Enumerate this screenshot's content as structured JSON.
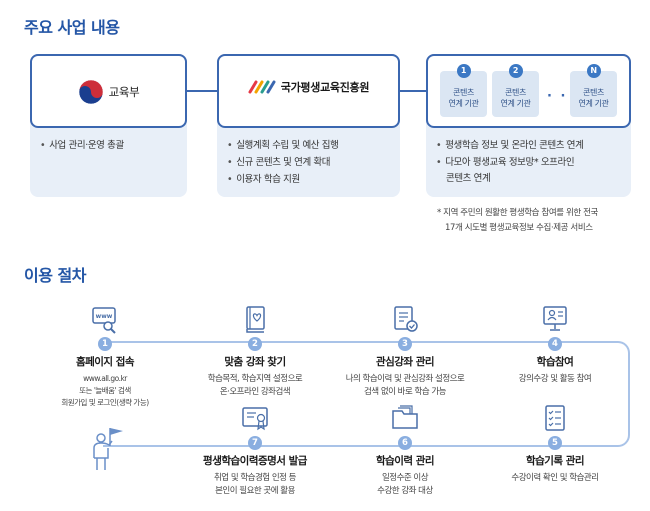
{
  "section1": {
    "title": "주요 사업 내용"
  },
  "ministry": {
    "name": "교육부",
    "items": [
      "사업 관리·운영 총괄"
    ]
  },
  "institute": {
    "name": "국가평생교육진흥원",
    "items": [
      "실행계획 수립 및 예산 집행",
      "신규 콘텐츠 및 연계 확대",
      "이용자 학습 지원"
    ]
  },
  "content_orgs": {
    "cards": [
      {
        "num": "1",
        "line1": "콘텐츠",
        "line2": "연계 기관"
      },
      {
        "num": "2",
        "line1": "콘텐츠",
        "line2": "연계 기관"
      },
      {
        "num": "N",
        "line1": "콘텐츠",
        "line2": "연계 기관"
      }
    ],
    "dots": "· · ·",
    "item1": "평생학습 정보 및 온라인 콘텐츠 연계",
    "item2_line1": "다모아 평생교육 정보망* 오프라인",
    "item2_line2": "콘텐츠 연계",
    "footnote_line1": "* 지역 주민의 원활한 평생학습 참여를 위한 전국",
    "footnote_line2": "17개 시도별 평생교육정보 수집·제공 서비스"
  },
  "section2": {
    "title": "이용 절차"
  },
  "steps": [
    {
      "num": "1",
      "title": "홈페이지 접속",
      "desc1": "www.all.go.kr",
      "desc2": "또는 '늘배움' 검색",
      "desc3": "회원가입 및 로그인(생략 가능)",
      "icon": "browser-www-icon"
    },
    {
      "num": "2",
      "title": "맞춤 강좌 찾기",
      "desc1": "학습목적, 학습지역 설정으로",
      "desc2": "온·오프라인 강좌검색",
      "icon": "book-heart-icon"
    },
    {
      "num": "3",
      "title": "관심강좌 관리",
      "desc1": "나의 학습이력 및 관심강좌 설정으로",
      "desc2": "검색 없이 바로 학습 가능",
      "icon": "document-check-icon"
    },
    {
      "num": "4",
      "title": "학습참여",
      "desc1": "강의수강 및 활동 참여",
      "icon": "monitor-lecture-icon"
    },
    {
      "num": "5",
      "title": "학습기록 관리",
      "desc1": "수강이력 확인 및 학습관리",
      "icon": "checklist-icon"
    },
    {
      "num": "6",
      "title": "학습이력 관리",
      "desc1": "일정수준 이상",
      "desc2": "수강한 강좌 대상",
      "icon": "folder-icon"
    },
    {
      "num": "7",
      "title": "평생학습이력증명서 발급",
      "desc1": "취업 및 학습경험 인정 등",
      "desc2": "본인이 필요한 곳에 활용",
      "icon": "certificate-icon"
    }
  ],
  "colors": {
    "accent": "#2456a6",
    "border": "#3b67b0",
    "panel": "#e8eff8",
    "track": "#a9c3e8",
    "step_num": "#8aaee0"
  }
}
